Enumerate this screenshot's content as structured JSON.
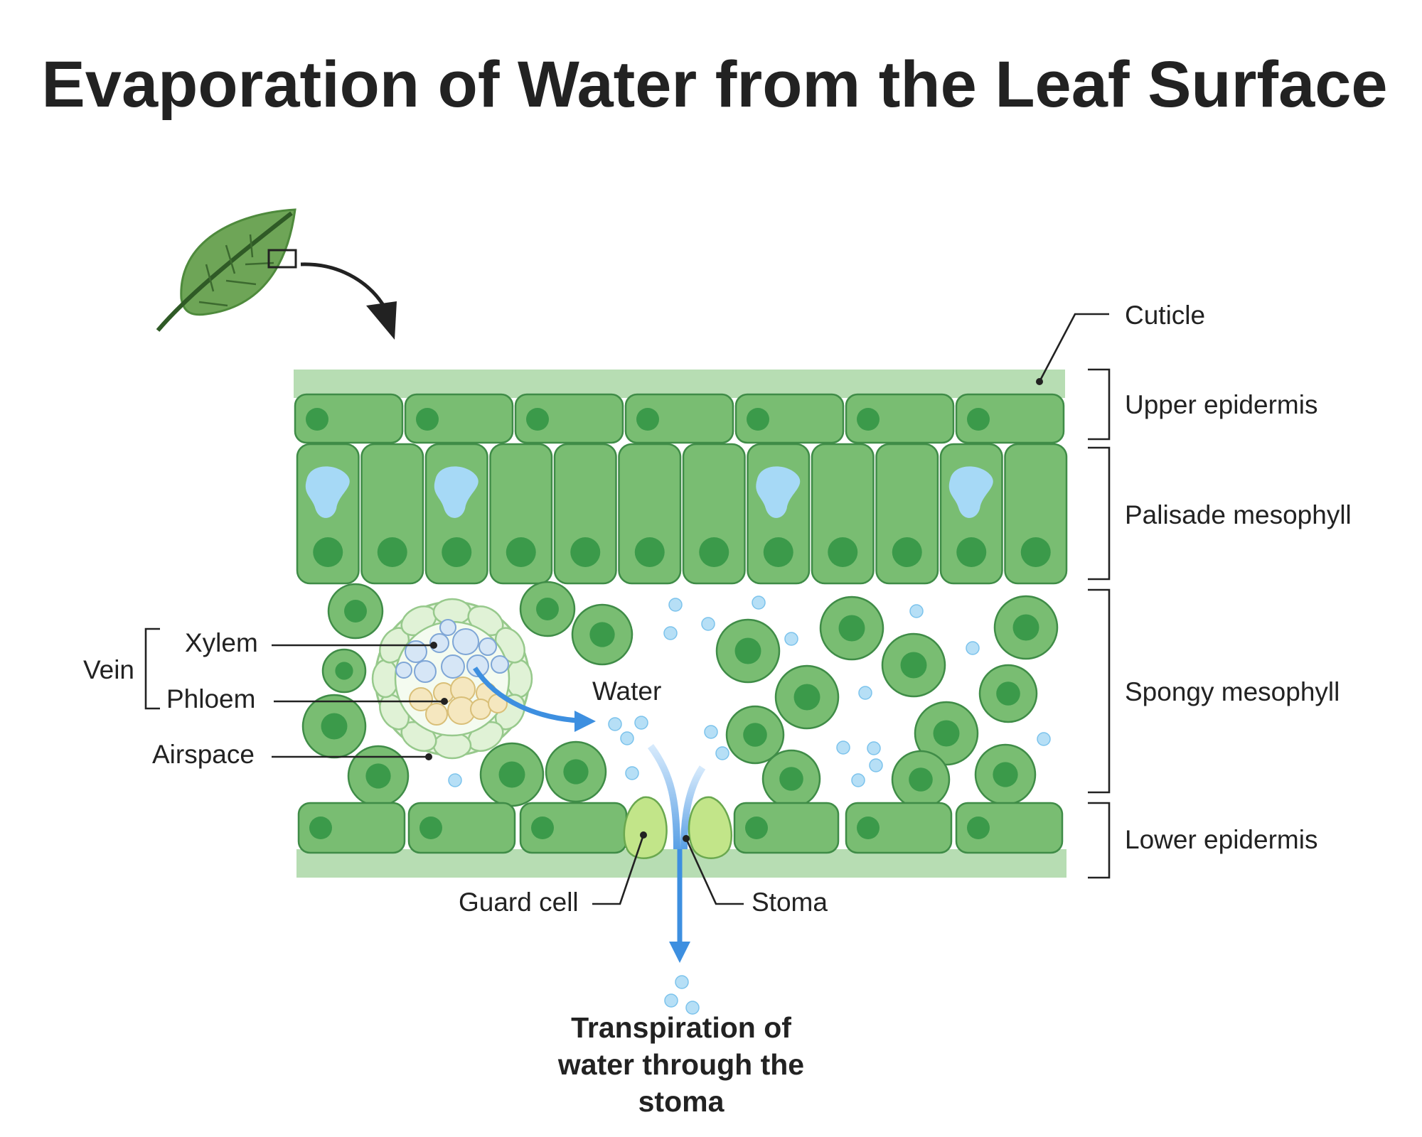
{
  "title": "Evaporation of Water from the Leaf Surface",
  "labels": {
    "cuticle": "Cuticle",
    "upper_epidermis": "Upper epidermis",
    "palisade_mesophyll": "Palisade mesophyll",
    "spongy_mesophyll": "Spongy mesophyll",
    "lower_epidermis": "Lower epidermis",
    "vein": "Vein",
    "xylem": "Xylem",
    "phloem": "Phloem",
    "airspace": "Airspace",
    "water": "Water",
    "guard_cell": "Guard cell",
    "stoma": "Stoma"
  },
  "caption": [
    "Transpiration of",
    "water through the",
    "stoma"
  ],
  "colors": {
    "cuticle": "#b7ddb3",
    "cell": "#79bd72",
    "cell_border": "#3f8c47",
    "nucleus": "#3b9a4a",
    "vacuole": "#a6d9f6",
    "guard_cell": "#c2e589",
    "water_drop": "#b6dff6",
    "water_arrow": "#3d8fe0",
    "leaf": "#6ea557",
    "xylem": "#d6e6f6",
    "phloem": "#f5e7bf"
  }
}
